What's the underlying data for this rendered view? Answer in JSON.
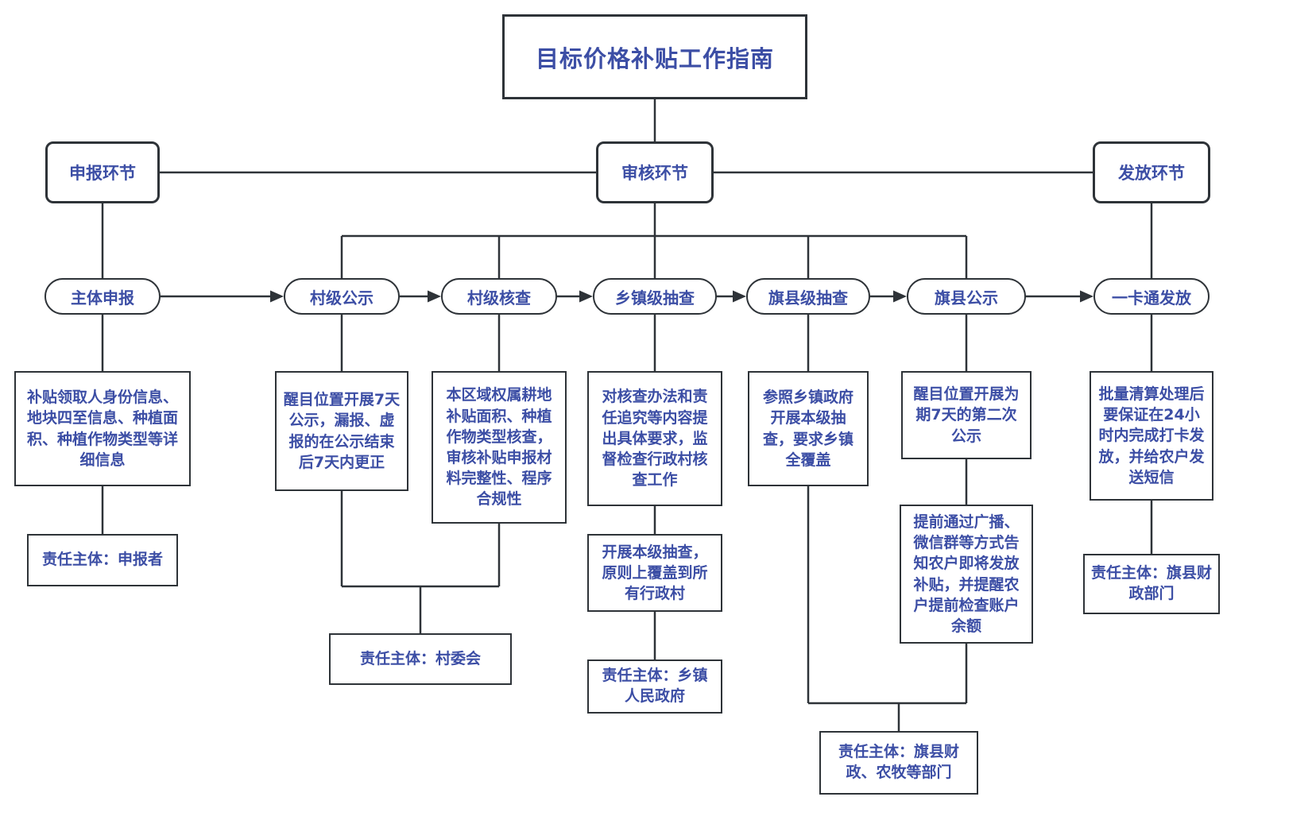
{
  "diagram_title": "目标价格补贴工作指南",
  "phases": [
    {
      "label": "申报环节"
    },
    {
      "label": "审核环节"
    },
    {
      "label": "发放环节"
    }
  ],
  "steps": [
    {
      "label": "主体申报",
      "detail": "补贴领取人身份信息、地块四至信息、种植面积、种植作物类型等详细信息"
    },
    {
      "label": "村级公示",
      "detail": "醒目位置开展7天公示，漏报、虚报的在公示结束后7天内更正"
    },
    {
      "label": "村级核查",
      "detail": "本区域权属耕地补贴面积、种植作物类型核查，审核补贴申报材料完整性、程序合规性"
    },
    {
      "label": "乡镇级抽查",
      "detail": "对核查办法和责任追究等内容提出具体要求，监督检查行政村核查工作",
      "sub_detail": "开展本级抽查，原则上覆盖到所有行政村"
    },
    {
      "label": "旗县级抽查",
      "detail": "参照乡镇政府开展本级抽查，要求乡镇全覆盖"
    },
    {
      "label": "旗县公示",
      "detail": "醒目位置开展为期7天的第二次公示",
      "sub_detail": "提前通过广播、微信群等方式告知农户即将发放补贴，并提醒农户提前检查账户余额"
    },
    {
      "label": "一卡通发放",
      "detail": "批量清算处理后要保证在24小时内完成打卡发放，并给农户发送短信"
    }
  ],
  "responsibilities": [
    "责任主体：申报者",
    "责任主体：村委会",
    "责任主体：乡镇人民政府",
    "责任主体：旗县财政、农牧等部门",
    "责任主体：旗县财政部门"
  ],
  "colors": {
    "text": "#3C4EA5",
    "line": "#2E3338",
    "background": "#FFFFFF"
  }
}
